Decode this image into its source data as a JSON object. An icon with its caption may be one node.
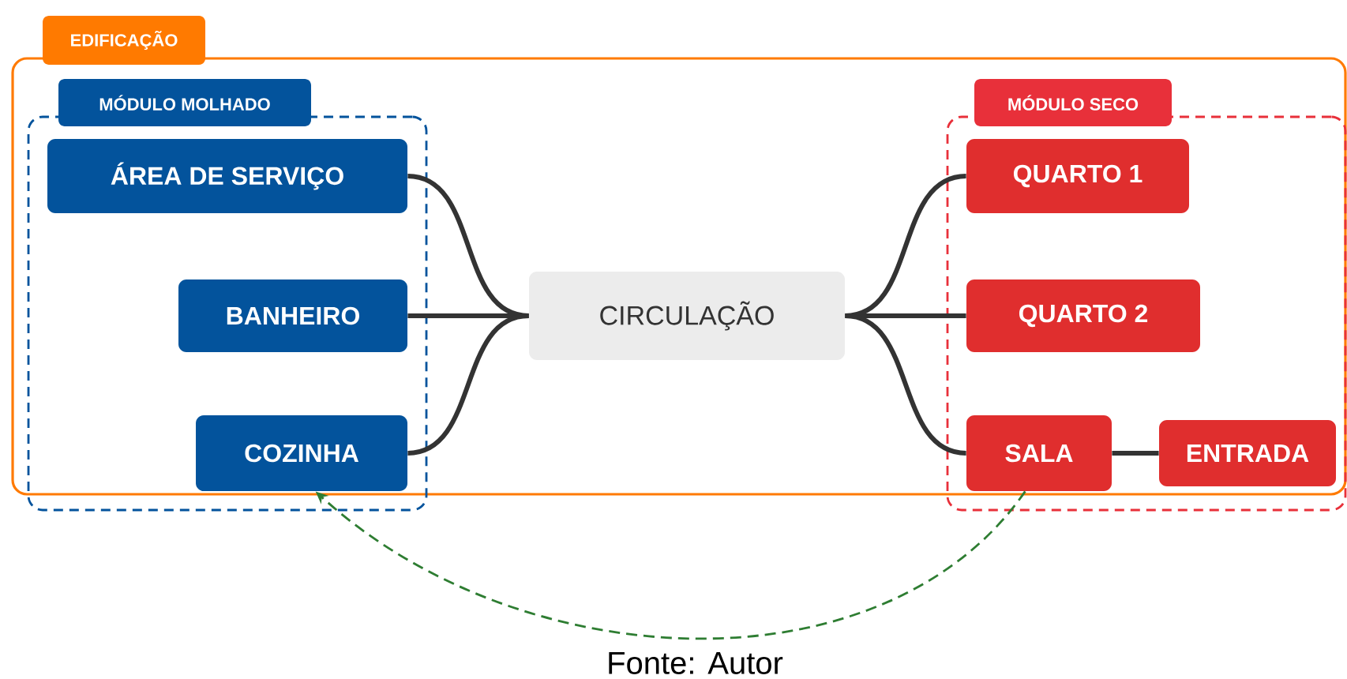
{
  "diagram": {
    "caption": "Fonte: Autor",
    "nodes": [
      {
        "text": [
          "EDIFICAÇÃO"
        ]
      },
      {
        "text": [
          "MÓDULO MOLHADO"
        ],
        "in": 0
      },
      {
        "text": [
          "ÁREA DE SERVIÇO"
        ],
        "in": 1
      },
      {
        "text": [
          "BANHEIRO"
        ],
        "in": 1
      },
      {
        "text": [
          "COZINHA"
        ],
        "in": 1
      },
      {
        "text": [
          "CIRCULAÇÃO"
        ],
        "in": 0
      },
      {
        "text": [
          "MÓDULO SECO"
        ],
        "in": 0
      },
      {
        "text": [
          "QUARTO 1"
        ],
        "in": 6
      },
      {
        "text": [
          "QUARTO 2"
        ],
        "in": 6
      },
      {
        "text": [
          "SALA"
        ],
        "in": 6
      },
      {
        "text": [
          "ENTRADA"
        ],
        "in": 6
      }
    ],
    "edges": [
      {
        "from": 2,
        "to": 5,
        "arrow": "none"
      },
      {
        "from": 3,
        "to": 5,
        "arrow": "none"
      },
      {
        "from": 4,
        "to": 5,
        "arrow": "none"
      },
      {
        "from": 5,
        "to": 7,
        "arrow": "none"
      },
      {
        "from": 5,
        "to": 8,
        "arrow": "none"
      },
      {
        "from": 5,
        "to": 9,
        "arrow": "none"
      },
      {
        "from": 9,
        "to": 10,
        "arrow": "none"
      },
      {
        "from": 9,
        "to": 4,
        "arrow": "to",
        "style": "dashed",
        "color": "#2e7d32"
      }
    ]
  }
}
